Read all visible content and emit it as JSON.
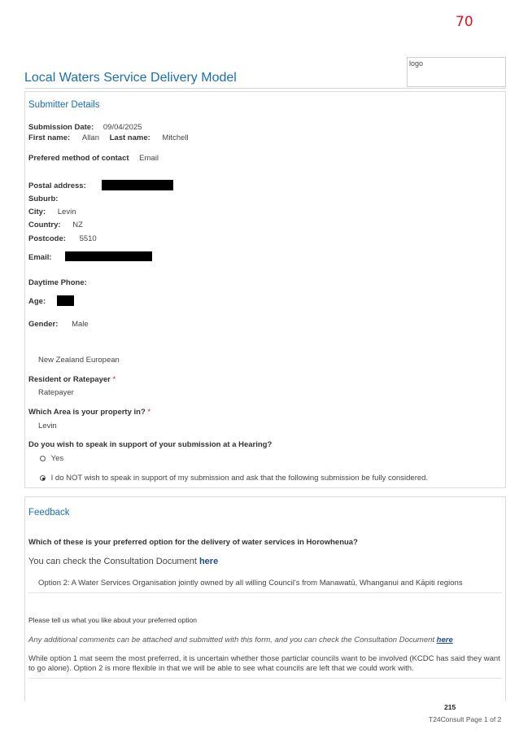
{
  "page_number": "70",
  "logo_text": "logo",
  "title": "Local Waters Service Delivery Model",
  "submitter": {
    "heading": "Submitter Details",
    "submission_date_label": "Submission Date:",
    "submission_date": "09/04/2025",
    "first_name_label": "First name:",
    "first_name": "Allan",
    "last_name_label": "Last name:",
    "last_name": "Mitchell",
    "contact_label": "Prefered method of contact",
    "contact_value": "Email",
    "postal_label": "Postal address:",
    "suburb_label": "Suburb:",
    "city_label": "City:",
    "city": "Levin",
    "country_label": "Country:",
    "country": "NZ",
    "postcode_label": "Postcode:",
    "postcode": "5510",
    "email_label": "Email:",
    "phone_label": "Daytime Phone:",
    "age_label": "Age:",
    "gender_label": "Gender:",
    "gender": "Male",
    "ethnicity": "New Zealand European",
    "resident_label": "Resident or Ratepayer",
    "resident_value": "Ratepayer",
    "area_label": "Which Area is your property in?",
    "area_value": "Levin",
    "required_mark": "*",
    "hearing_question": "Do you wish to speak in support of your submission at a Hearing?",
    "hearing_options": [
      {
        "label": "Yes",
        "selected": false
      },
      {
        "label": "I do NOT wish to speak in support of my submission and ask that the following submission be fully considered.",
        "selected": true
      }
    ]
  },
  "feedback": {
    "heading": "Feedback",
    "question": "Which of these is your preferred option for the delivery of water services in Horowhenua?",
    "consult_text": "You can check the Consultation Document ",
    "consult_link": "here",
    "selected_option": "Option 2: A Water Services Organisation jointly owned by all willing Council's from Manawatū, Whanganui and Kāpiti regions",
    "like_prompt": "Please tell us what you like about your preferred option",
    "additional_note": "Any additional comments can be attached and submitted with this form, and you can check the Consultation Document ",
    "additional_link": "here",
    "comment": "While option 1 mat seem the most preferred, it is uncertain whether those particlar councils want to be involved (KCDC has said they want to go alone). Option 2 is more flexible in that we will be able to see what councils are left that we could work with."
  },
  "footer": {
    "number": "215",
    "text": "T24Consult  Page 1 of 2"
  }
}
